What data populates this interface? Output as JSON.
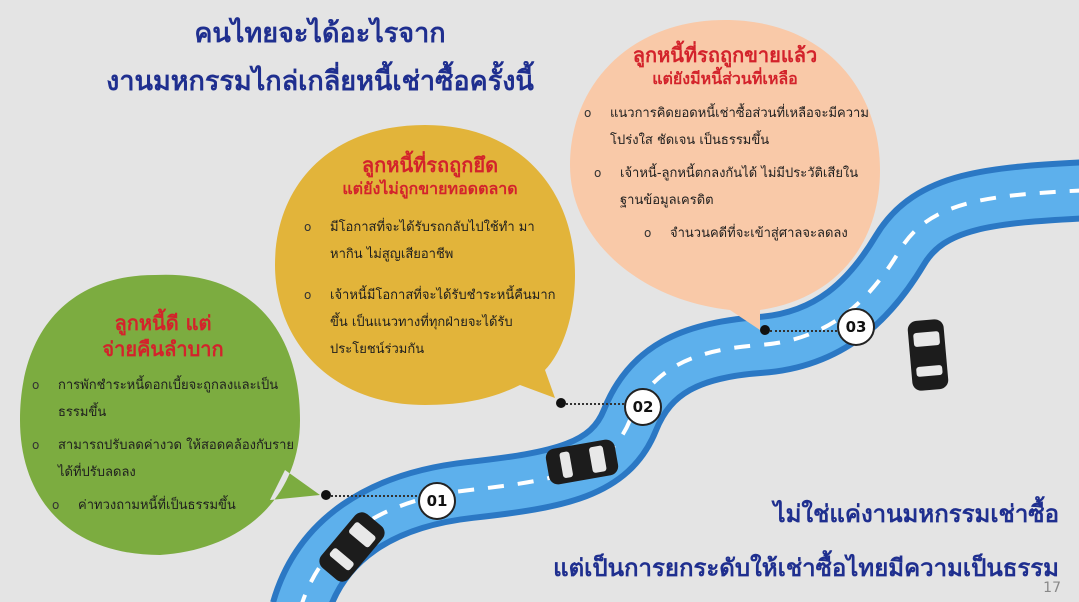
{
  "title": {
    "line1": "คนไทยจะได้อะไรจาก",
    "line2": "งานมหกรรมไกล่เกลี่ยหนี้เช่าซื้อครั้งนี้"
  },
  "panels": [
    {
      "heading1": "ลูกหนี้ดี แต่",
      "heading2": "จ่ายคืนลำบาก",
      "items": [
        "การพักชำระหนี้ดอกเบี้ยจะถูกลงและเป็นธรรมขึ้น",
        "สามารถปรับลดค่างวด ให้สอดคล้องกับรายได้ที่ปรับลดลง",
        "ค่าทวงถามหนี้ที่เป็นธรรมขึ้น"
      ],
      "color": "#7cac40"
    },
    {
      "heading1": "ลูกหนี้ที่รถถูกยึด",
      "heading2": "แต่ยังไม่ถูกขายทอดตลาด",
      "items": [
        "มีโอกาสที่จะได้รับรถกลับไปใช้ทำ มาหากิน ไม่สูญเสียอาชีพ",
        "เจ้าหนี้มีโอกาสที่จะได้รับชำระหนี้คืนมากขึ้น เป็นแนวทางที่ทุกฝ่ายจะได้รับประโยชน์ร่วมกัน"
      ],
      "color": "#e2b43a"
    },
    {
      "heading1": "ลูกหนี้ที่รถถูกขายแล้ว",
      "heading2": "แต่ยังมีหนี้ส่วนที่เหลือ",
      "items": [
        "แนวการคิดยอดหนี้เช่าซื้อส่วนที่เหลือจะมีความโปร่งใส ชัดเจน เป็นธรรมขึ้น",
        "เจ้าหนี้-ลูกหนี้ตกลงกันได้ ไม่มีประวัติเสียในฐานข้อมูลเครดิต",
        "จำนวนคดีที่จะเข้าสู่ศาลจะลดลง"
      ],
      "color": "#f9c9a8"
    }
  ],
  "bullet_glyph": "o",
  "stops": [
    "01",
    "02",
    "03"
  ],
  "closing": {
    "line1": "ไม่ใช่แค่งานมหกรรมเช่าซื้อ",
    "line2": "แต่เป็นการยกระดับให้เช่าซื้อไทยมีความเป็นธรรม"
  },
  "page_number": "17",
  "colors": {
    "title": "#1f2f8f",
    "heading": "#d3232b",
    "road": "#4a9fe0",
    "road_edge": "#2b78c4"
  }
}
